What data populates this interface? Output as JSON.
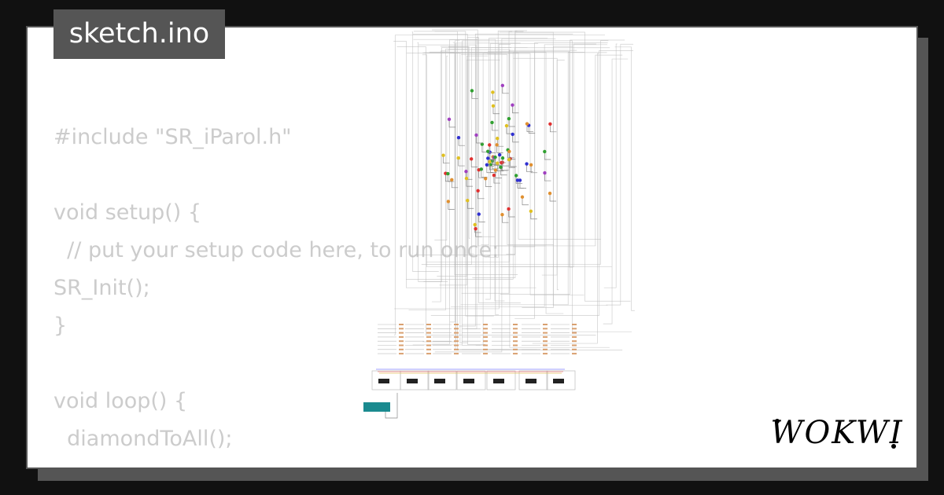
{
  "title": "sketch.ino",
  "code_lines": [
    "#include \"SR_iParol.h\"",
    "",
    "void setup() {",
    "  // put your setup code here, to run once:",
    "SR_Init();",
    "}",
    "",
    "void loop() {",
    "  diamondToAll();"
  ],
  "logo": "WOKWI",
  "colors": {
    "background": "#111111",
    "card": "#ffffff",
    "frame": "#555555",
    "code_text": "#cccccc",
    "wire": "#bbbbbb",
    "arduino": "#1a8a8f",
    "led_colors": [
      "#e03030",
      "#30a030",
      "#3030d0",
      "#e0c020",
      "#e09030",
      "#a040c0"
    ]
  }
}
